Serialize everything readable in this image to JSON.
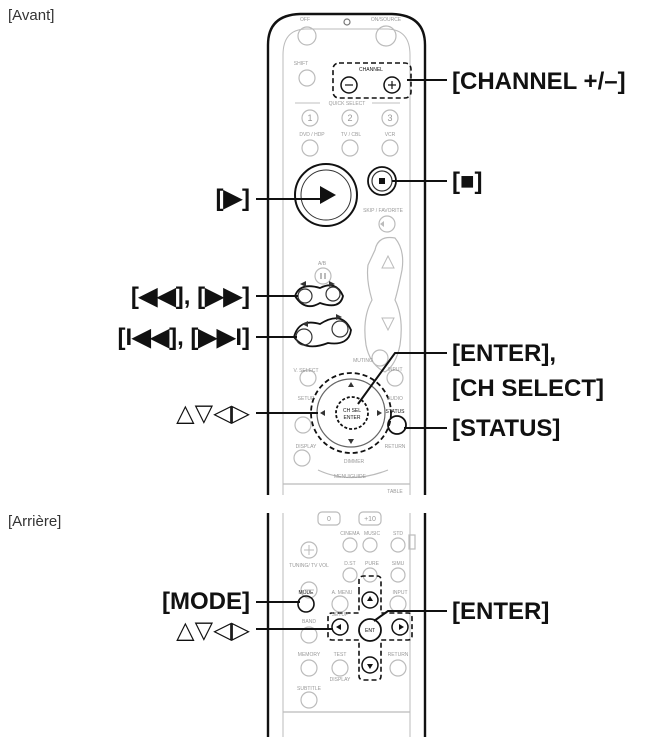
{
  "sections": {
    "front": "[Avant]",
    "rear": "[Arrière]"
  },
  "callouts": {
    "channel": "[CHANNEL +/–]",
    "stop": "[■]",
    "play": "[▶]",
    "search": "[◀◀], [▶▶]",
    "skip": "[I◀◀], [▶▶I]",
    "enter_front_1": "[ENTER],",
    "enter_front_2": "[CH SELECT]",
    "arrows_front": "△▽◁▷",
    "status": "[STATUS]",
    "mode": "[MODE]",
    "arrows_rear": "△▽◁▷",
    "enter_rear": "[ENTER]"
  },
  "remote_labels": {
    "off": "OFF",
    "on_source": "ON/SOURCE",
    "shift": "SHIFT",
    "channel": "CHANNEL",
    "quick_select": "QUICK SELECT",
    "dvd_hdp": "DVD / HDP",
    "tv_cbl": "TV / CBL",
    "vcr": "VCR",
    "skip_favorite": "SKIP / FAVORITE",
    "ab": "A/B",
    "muting": "MUTING",
    "v_select": "V. SELECT",
    "input": "INPUT",
    "setup": "SETUP",
    "audio": "AUDIO",
    "ch_sel": "CH SEL",
    "enter": "ENTER",
    "status": "STATUS",
    "display": "DISPLAY",
    "dimmer": "DIMMER",
    "return": "RETURN",
    "menu_guide": "MENU/GUIDE",
    "table": "TABLE",
    "num1": "1",
    "num2": "2",
    "num3": "3",
    "num0": "0",
    "plus10": "+10",
    "cinema": "CINEMA",
    "music": "MUSIC",
    "std": "STD",
    "tuning_tvvol": "TUNING/ TV VOL",
    "dst": "D.ST",
    "pure": "PURE",
    "simu": "SIMU",
    "mode": "MODE",
    "a_menu": "A. MENU",
    "band": "BAND",
    "memory": "MEMORY",
    "test": "TEST",
    "ent": "ENT",
    "return_rear": "RETURN",
    "display_rear": "DISPLAY",
    "subtitle": "SUBTITLE"
  }
}
